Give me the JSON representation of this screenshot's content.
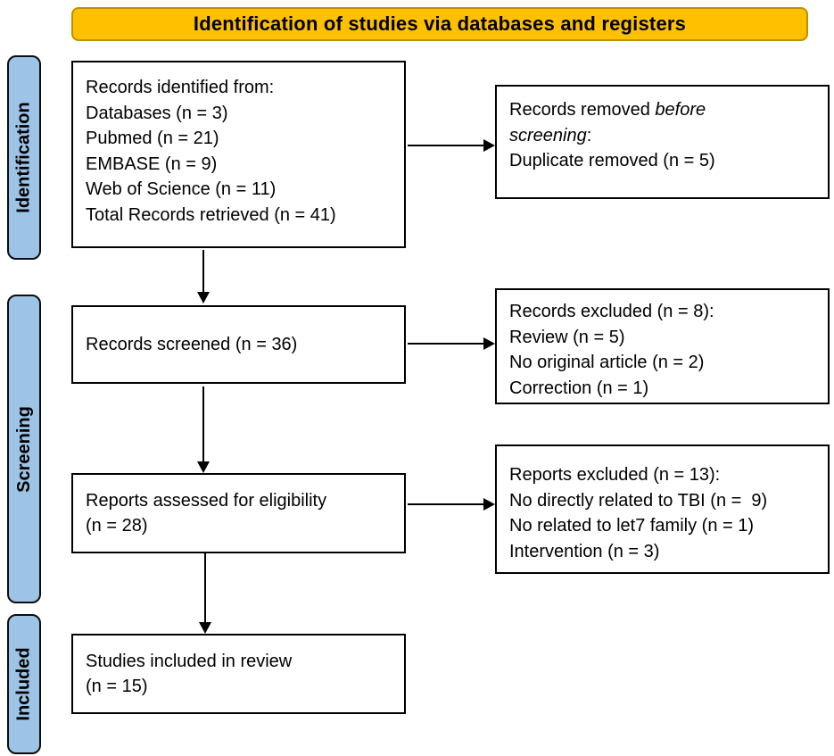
{
  "header": {
    "title": "Identification of studies via databases and registers"
  },
  "stages": [
    {
      "id": "identification",
      "label": "Identification"
    },
    {
      "id": "screening",
      "label": "Screening"
    },
    {
      "id": "included",
      "label": "Included"
    }
  ],
  "boxes": {
    "records_identified": {
      "lines": [
        "Records identified from:",
        "Databases (n = 3)",
        "Pubmed (n = 21)",
        "EMBASE (n = 9)",
        "Web of Science (n = 11)",
        "Total Records retrieved (n = 41)"
      ]
    },
    "records_removed": {
      "prefix": "Records removed ",
      "italic_line1": "before",
      "italic_line2": "screening",
      "colon": ":",
      "detail": "Duplicate removed (n = 5)"
    },
    "records_screened": {
      "lines": [
        "Records screened (n = 36)"
      ]
    },
    "records_excluded": {
      "lines": [
        "Records excluded (n = 8):",
        "Review (n = 5)",
        "No original article (n = 2)",
        "Correction (n = 1)"
      ]
    },
    "reports_assessed": {
      "lines": [
        "Reports assessed for eligibility",
        "(n = 28)"
      ]
    },
    "reports_excluded": {
      "lines": [
        "Reports excluded (n = 13):",
        "No directly related to TBI (n =  9)",
        "No related to let7 family (n = 1)",
        "Intervention (n = 3)"
      ]
    },
    "studies_included": {
      "lines": [
        "Studies included in review",
        "(n = 15)"
      ]
    }
  },
  "colors": {
    "banner_fill": "#FFC000",
    "banner_border": "#BF9000",
    "stage_fill": "#9DC3E6",
    "stage_border": "#0d0d0d",
    "box_border": "#000000"
  }
}
